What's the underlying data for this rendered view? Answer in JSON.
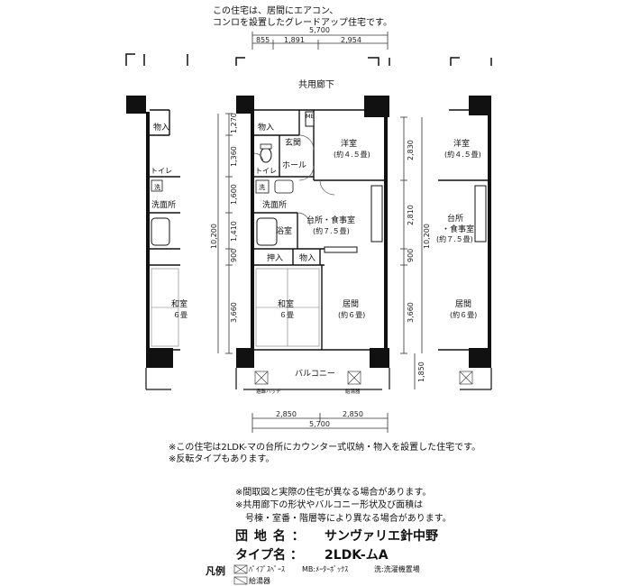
{
  "header": {
    "line1": "この住宅は、居間にエアコン、",
    "line2": "コンロを設置したグレードアップ住宅です。"
  },
  "dims": {
    "top_total": "5,700",
    "top_segs": [
      "855",
      "1,891",
      "2,954"
    ],
    "bottom_total": "5,700",
    "bottom_segs": [
      "2,850",
      "2,850"
    ],
    "left_segs": [
      "1,270",
      "1,360",
      "1,600",
      "1,410",
      "900",
      "3,660"
    ],
    "left_total": "10,200",
    "right_segs": [
      "2,830",
      "2,810",
      "900",
      "3,660"
    ],
    "right_total": "10,200",
    "balcony_depth": "1,850"
  },
  "labels": {
    "corridor": "共用廊下",
    "storage": "物入",
    "mb": "MB",
    "entrance": "玄関",
    "hall": "ホール",
    "toilet": "トイレ",
    "washer": "洗",
    "washroom": "洗面所",
    "bath": "浴室",
    "closet": "押入",
    "western_room": "洋室",
    "western_size": "(約４.５畳)",
    "kitchen": "台所・食事室",
    "kitchen_size": "(約７.５畳)",
    "japanese_room": "和室",
    "japanese_size": "６畳",
    "living": "居間",
    "living_size": "(約６畳)",
    "balcony": "バルコニー",
    "emergency_exit": "避難ハッチ",
    "water_heater": "給湯器",
    "kitchen_side": "台所",
    "kitchen_side2": "・食事室"
  },
  "notes": {
    "note1": "※この住宅は2LDK-マの台所にカウンター式収納・物入を設置した住宅です。",
    "note2": "※反転タイプもあります。",
    "note3": "※間取図と実際の住宅が異なる場合があります。",
    "note4": "※共用廊下の形状やバルコニー形状及び面積は",
    "note5": "号棟・室番・階層等により異なる場合があります。"
  },
  "info": {
    "complex_label": "団 地 名 ：",
    "complex_name": "サンヴァリエ針中野",
    "type_label": "タイプ名 ：",
    "type_name": "2LDK-ムA"
  },
  "legend": {
    "title": "凡例",
    "pipe": "ﾊﾟｲﾌﾟｽﾍﾟｰｽ",
    "mb": "MB:ﾒｰﾀｰﾎﾞｯｸｽ",
    "washer": "洗:洗濯機置場",
    "heater": "給湯器"
  }
}
